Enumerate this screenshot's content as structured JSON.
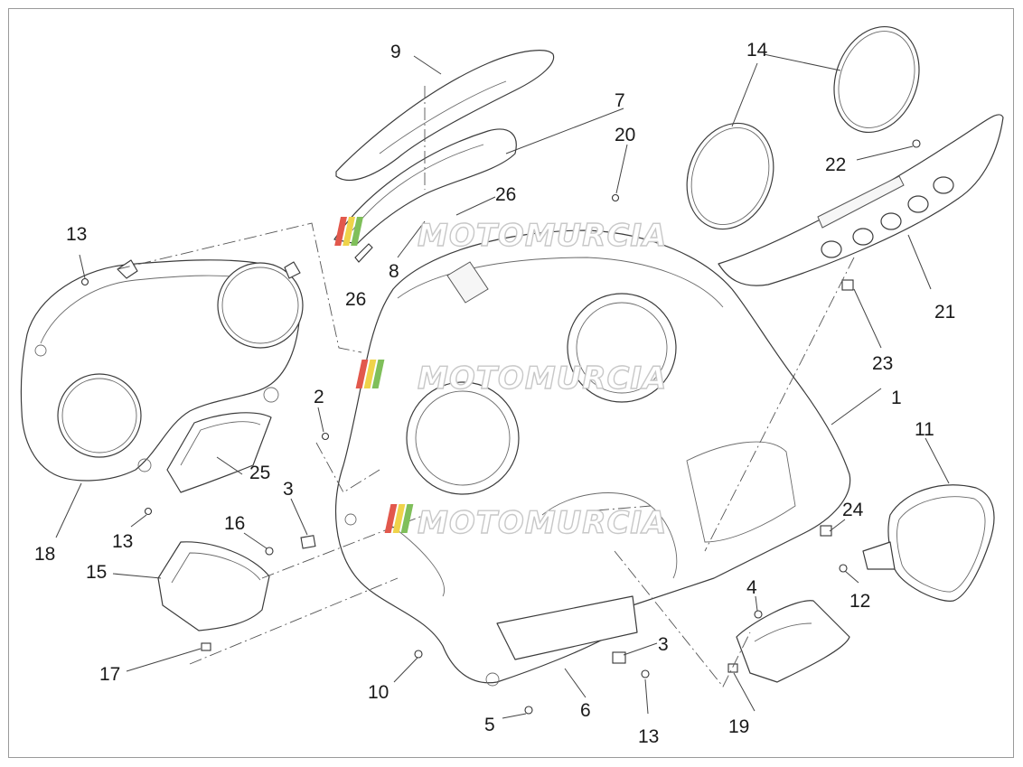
{
  "callouts": {
    "c1": "1",
    "c2": "2",
    "c3a": "3",
    "c3b": "3",
    "c4": "4",
    "c5": "5",
    "c6": "6",
    "c7": "7",
    "c8": "8",
    "c9": "9",
    "c10": "10",
    "c11": "11",
    "c12": "12",
    "c13a": "13",
    "c13b": "13",
    "c13c": "13",
    "c14": "14",
    "c15": "15",
    "c16": "16",
    "c17": "17",
    "c18": "18",
    "c19": "19",
    "c20": "20",
    "c21": "21",
    "c22": "22",
    "c23": "23",
    "c24": "24",
    "c25": "25",
    "c26a": "26",
    "c26b": "26"
  },
  "watermark": {
    "text": "MOTOMURCIA"
  },
  "colors": {
    "stripe_red": "#e2584c",
    "stripe_yellow": "#efd34a",
    "stripe_green": "#7fbf5a",
    "line": "#3c3c3c"
  }
}
